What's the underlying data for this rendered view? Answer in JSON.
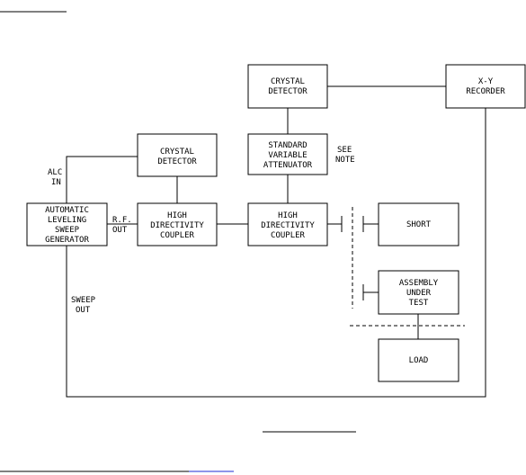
{
  "diagram": {
    "boxes": {
      "sweep_generator": [
        "AUTOMATIC",
        "LEVELING",
        "SWEEP",
        "GENERATOR"
      ],
      "crystal_detector_left": [
        "CRYSTAL",
        "DETECTOR"
      ],
      "coupler_left": [
        "HIGH",
        "DIRECTIVITY",
        "COUPLER"
      ],
      "crystal_detector_top": [
        "CRYSTAL",
        "DETECTOR"
      ],
      "attenuator": [
        "STANDARD",
        "VARIABLE",
        "ATTENUATOR"
      ],
      "coupler_right": [
        "HIGH",
        "DIRECTIVITY",
        "COUPLER"
      ],
      "recorder": [
        "X-Y",
        "RECORDER"
      ],
      "short": [
        "SHORT"
      ],
      "assembly": [
        "ASSEMBLY",
        "UNDER",
        "TEST"
      ],
      "load": [
        "LOAD"
      ]
    },
    "labels": {
      "alc_in": [
        "ALC",
        "IN"
      ],
      "rf_out": [
        "R.F.",
        "OUT"
      ],
      "sweep_out": [
        "SWEEP",
        "OUT"
      ],
      "see_note": [
        "SEE",
        "NOTE"
      ]
    }
  },
  "colors": {
    "line": "#000000",
    "link": "#1d2bd6"
  }
}
